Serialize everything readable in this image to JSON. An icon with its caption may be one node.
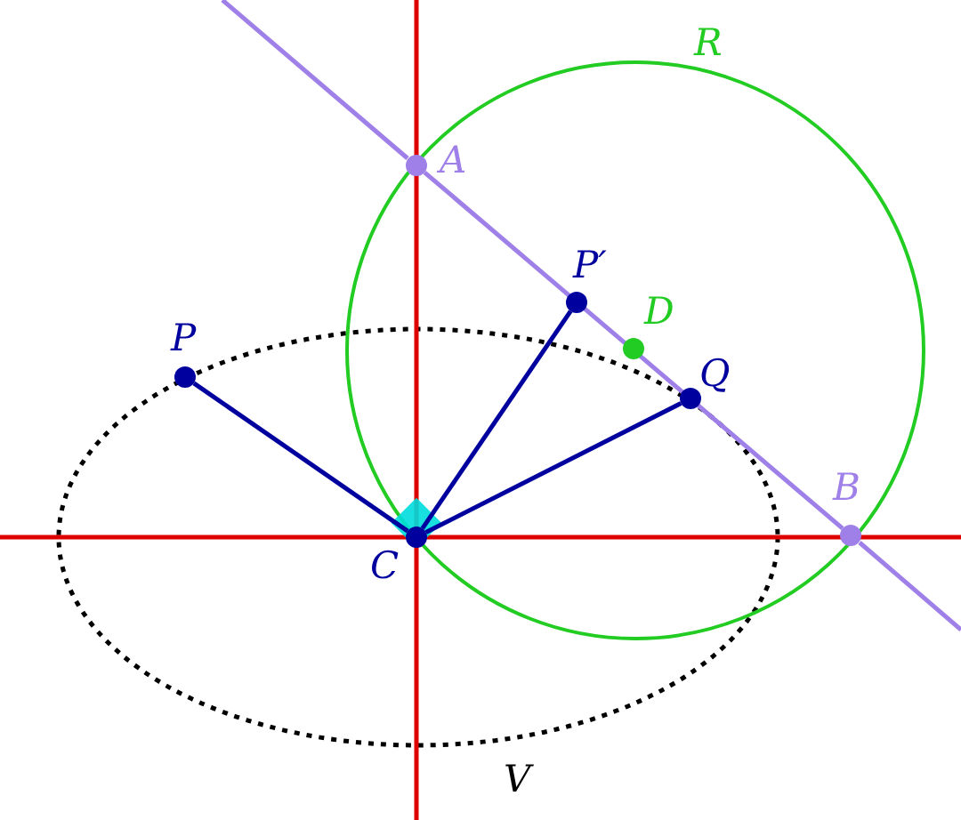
{
  "diagram": {
    "nodes": [
      {
        "text": [
          "P"
        ]
      },
      {
        "text": [
          "P′"
        ]
      },
      {
        "text": [
          "D"
        ]
      },
      {
        "text": [
          "Q"
        ]
      },
      {
        "text": [
          "C"
        ]
      },
      {
        "text": [
          "A"
        ]
      },
      {
        "text": [
          "B"
        ]
      }
    ],
    "edges": [
      {
        "from": 4,
        "to": 0,
        "arrow": "none"
      },
      {
        "from": 4,
        "to": 1,
        "arrow": "none"
      },
      {
        "from": 4,
        "to": 3,
        "arrow": "none"
      },
      {
        "from": 5,
        "to": 6,
        "arrow": "none",
        "color": "#9f80e8"
      }
    ],
    "labels": [
      "R",
      "V"
    ]
  }
}
